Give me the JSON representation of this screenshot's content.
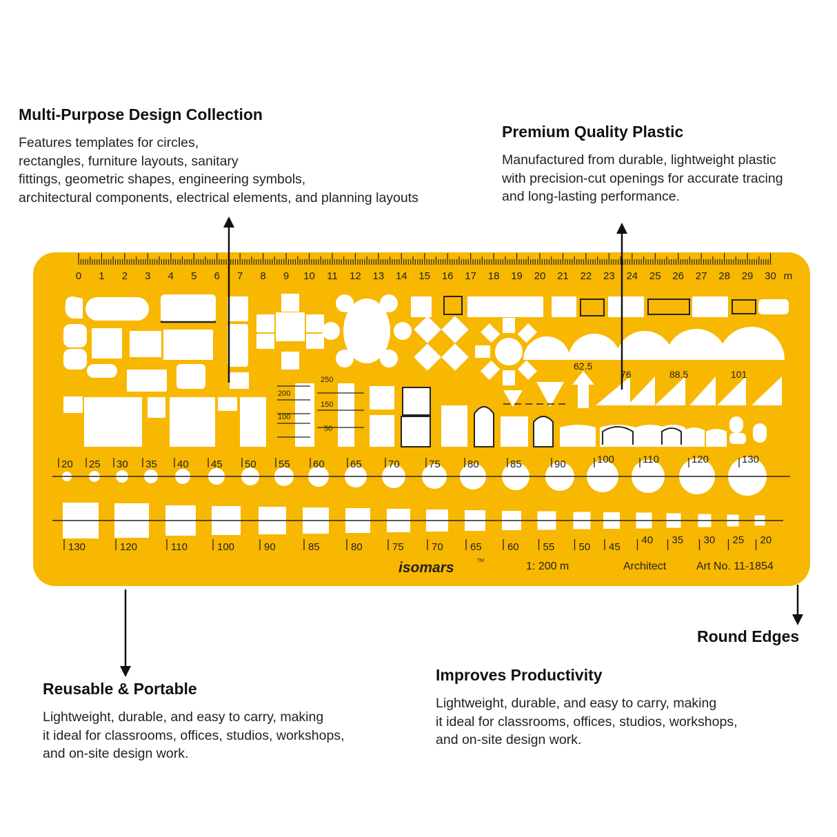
{
  "callouts": {
    "multi_purpose": {
      "title": "Multi-Purpose Design Collection",
      "lines": [
        "Features templates for circles,",
        "rectangles, furniture layouts, sanitary",
        "fittings, geometric shapes, engineering symbols,",
        "architectural components, electrical elements, and planning layouts"
      ]
    },
    "premium": {
      "title": "Premium Quality Plastic",
      "lines": [
        "Manufactured from durable, lightweight plastic",
        "with precision-cut openings for accurate tracing",
        "and long-lasting performance."
      ]
    },
    "reusable": {
      "title": "Reusable & Portable",
      "lines": [
        "Lightweight, durable, and easy to carry, making",
        "it ideal for classrooms, offices, studios, workshops,",
        "and on-site design work."
      ]
    },
    "improves": {
      "title": "Improves Productivity",
      "lines": [
        "Lightweight, durable, and easy to carry, making",
        "it ideal for classrooms, offices, studios, workshops,",
        "and on-site design work."
      ]
    },
    "round_edges": {
      "title": "Round Edges"
    }
  },
  "stencil": {
    "color": "#f8b700",
    "cutout_color": "#ffffff",
    "ink_color": "#222222",
    "ruler": {
      "labels": [
        "0",
        "1",
        "2",
        "3",
        "4",
        "5",
        "6",
        "7",
        "8",
        "9",
        "10",
        "11",
        "12",
        "13",
        "14",
        "15",
        "16",
        "17",
        "18",
        "19",
        "20",
        "21",
        "22",
        "23",
        "24",
        "25",
        "26",
        "27",
        "28",
        "29",
        "30"
      ],
      "unit": "m"
    },
    "shelf_labels": [
      "250",
      "200",
      "150",
      "100",
      "50"
    ],
    "arc_labels": [
      "62.5",
      "76",
      "88.5",
      "101"
    ],
    "circle_labels": [
      "20",
      "25",
      "30",
      "35",
      "40",
      "45",
      "50",
      "55",
      "60",
      "65",
      "70",
      "75",
      "80",
      "85",
      "90",
      "100",
      "110",
      "120",
      "130"
    ],
    "square_labels": [
      "130",
      "120",
      "110",
      "100",
      "90",
      "85",
      "80",
      "75",
      "70",
      "65",
      "60",
      "55",
      "50",
      "45",
      "40",
      "35",
      "30",
      "25",
      "20"
    ],
    "brand": "isomars",
    "trademark": "TM",
    "scale": "1: 200 m",
    "type": "Architect",
    "art_no": "Art No. 11-1854"
  }
}
